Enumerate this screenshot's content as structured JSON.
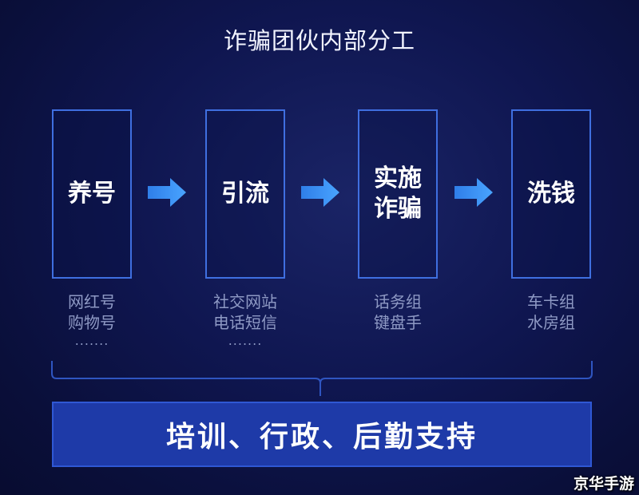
{
  "title": "诈骗团伙内部分工",
  "stages": [
    {
      "label": "养号",
      "sub": [
        "网红号",
        "购物号"
      ],
      "dots": "......."
    },
    {
      "label": "引流",
      "sub": [
        "社交网站",
        "电话短信"
      ],
      "dots": "......."
    },
    {
      "label": "实施诈骗",
      "sub": [
        "话务组",
        "键盘手"
      ],
      "dots": ""
    },
    {
      "label": "洗钱",
      "sub": [
        "车卡组",
        "水房组"
      ],
      "dots": ""
    }
  ],
  "support": "培训、行政、后勤支持",
  "watermark": "京华手游",
  "colors": {
    "background": "#0f1650",
    "box_border": "#3f6fe0",
    "arrow": "#2f8cf0",
    "support_bar": "#1e3aa8",
    "sub_text": "#8e99c4"
  }
}
